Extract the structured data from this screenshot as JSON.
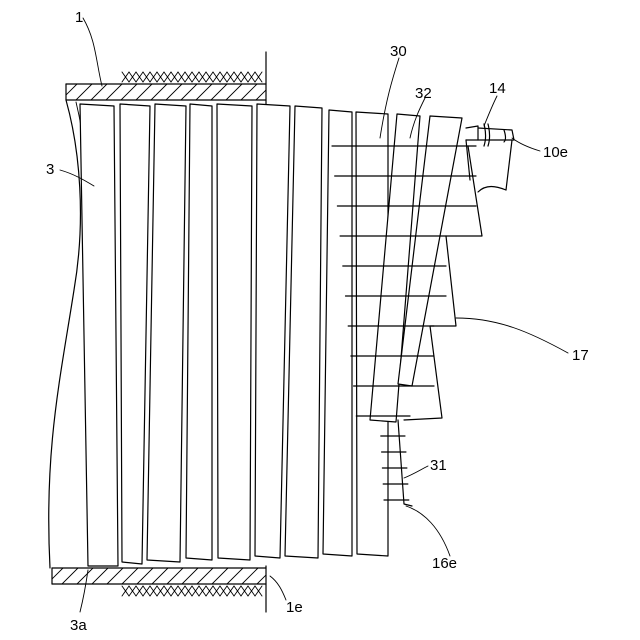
{
  "labels": {
    "ref_1": "1",
    "ref_3": "3",
    "ref_30": "30",
    "ref_32": "32",
    "ref_14": "14",
    "ref_10e": "10e",
    "ref_17": "17",
    "ref_31": "31",
    "ref_16e": "16e",
    "ref_3a": "3a",
    "ref_1e": "1e"
  }
}
